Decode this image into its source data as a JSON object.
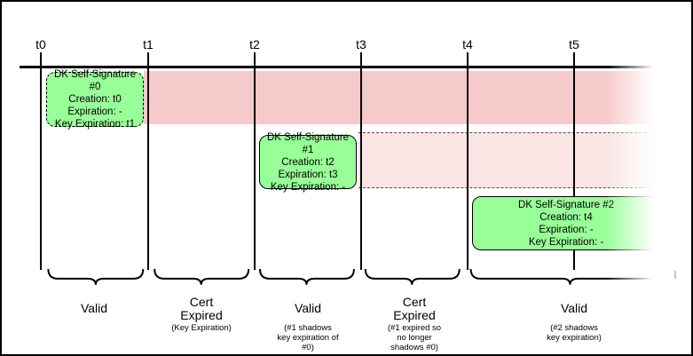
{
  "timeline": {
    "ticks": [
      {
        "label": "t0"
      },
      {
        "label": "t1"
      },
      {
        "label": "t2"
      },
      {
        "label": "t3"
      },
      {
        "label": "t4"
      },
      {
        "label": "t5"
      }
    ]
  },
  "signatures": [
    {
      "title": "DK Self-Signature #0",
      "creation": "Creation: t0",
      "expiration": "Expiration: -",
      "key_expiration": "Key Expiration: t1"
    },
    {
      "title": "DK Self-Signature #1",
      "creation": "Creation: t2",
      "expiration": "Expiration: t3",
      "key_expiration": "Key Expiration: -"
    },
    {
      "title": "DK Self-Signature #2",
      "creation": "Creation: t4",
      "expiration": "Expiration: -",
      "key_expiration": "Key Expiration: -"
    }
  ],
  "periods": [
    {
      "label": "Valid",
      "note": ""
    },
    {
      "label": "Cert\nExpired",
      "note": "(Key Expiration)"
    },
    {
      "label": "Valid",
      "note": "(#1 shadows\nkey expiration of\n#0)"
    },
    {
      "label": "Cert\nExpired",
      "note": "(#1 expired so\nno longer\nshadows #0)"
    },
    {
      "label": "Valid",
      "note": "(#2 shadows\nkey expiration)"
    }
  ],
  "colors": {
    "signature_fill": "#99ff99",
    "key_expired_band": "#f6caca",
    "cert_expired_band": "#fae4e4",
    "line": "#000000"
  }
}
